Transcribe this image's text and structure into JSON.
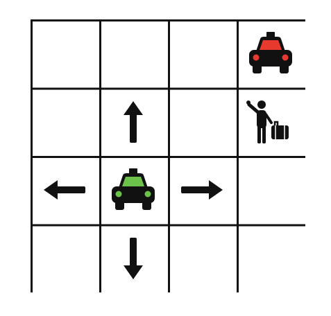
{
  "grid": {
    "rows": 4,
    "cols": 4,
    "line_color": "#111111",
    "background": "#ffffff"
  },
  "pieces": [
    {
      "name": "red-taxi-icon",
      "kind": "taxi",
      "row": 0,
      "col": 3,
      "color": "#e8392e"
    },
    {
      "name": "passenger-with-luggage-icon",
      "kind": "passenger",
      "row": 1,
      "col": 3
    },
    {
      "name": "green-taxi-icon",
      "kind": "taxi",
      "row": 2,
      "col": 1,
      "color": "#6cc24a"
    },
    {
      "name": "arrow-up-icon",
      "kind": "arrow",
      "direction": "up",
      "row": 1,
      "col": 1
    },
    {
      "name": "arrow-left-icon",
      "kind": "arrow",
      "direction": "left",
      "row": 2,
      "col": 0
    },
    {
      "name": "arrow-right-icon",
      "kind": "arrow",
      "direction": "right",
      "row": 2,
      "col": 2
    },
    {
      "name": "arrow-down-icon",
      "kind": "arrow",
      "direction": "down",
      "row": 3,
      "col": 1
    }
  ]
}
